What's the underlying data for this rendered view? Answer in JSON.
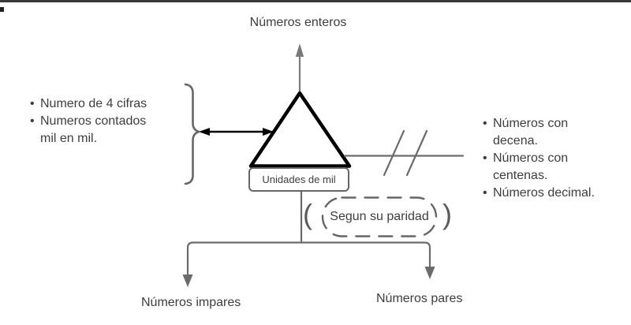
{
  "colors": {
    "bg": "#ffffff",
    "line_gray": "#6b6b6b",
    "arrow_gray": "#7a7a7a",
    "border_gray": "#666666",
    "ink_black": "#000000",
    "text_color": "#3d3d3d",
    "top_strip": "#222222"
  },
  "diagram": {
    "top_label": "Números enteros",
    "center_box_label": "Unidades de mil",
    "parity": {
      "open_paren": "(",
      "label": "Segun su paridad",
      "close_paren": ")"
    },
    "left_notes": {
      "items": [
        "Numero de 4 cifras",
        "Numeros contados mil en mil."
      ]
    },
    "right_notes": {
      "items": [
        "Números con decena.",
        "Números con centenas.",
        "Números decimal."
      ]
    },
    "bottom_left_label": "Números impares",
    "bottom_right_label": "Números pares"
  }
}
